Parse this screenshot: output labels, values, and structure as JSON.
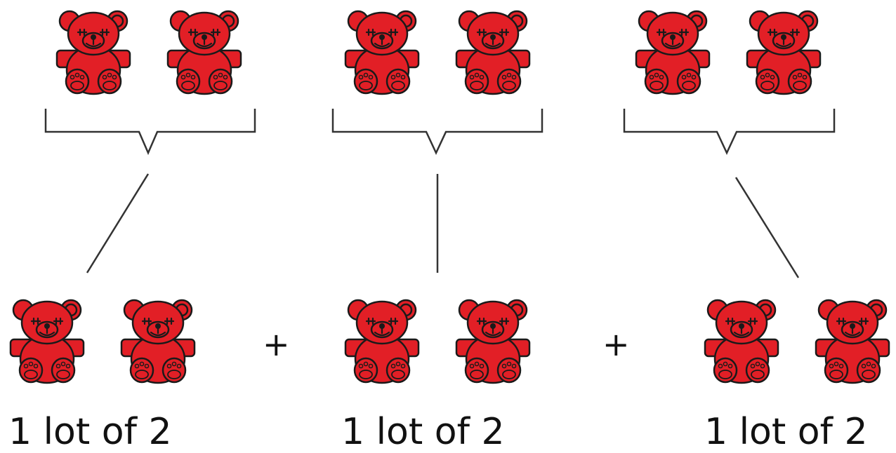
{
  "diagram": {
    "groups": [
      {
        "caption": "1 lot of 2",
        "bear_count": 2
      },
      {
        "caption": "1 lot of 2",
        "bear_count": 2
      },
      {
        "caption": "1 lot of 2",
        "bear_count": 2
      }
    ],
    "operators": [
      "+",
      "+"
    ],
    "colors": {
      "bear_fill": "#e21f26",
      "outline": "#1a1a1a",
      "line": "#333333"
    },
    "icon": "teddy-bear-icon"
  }
}
